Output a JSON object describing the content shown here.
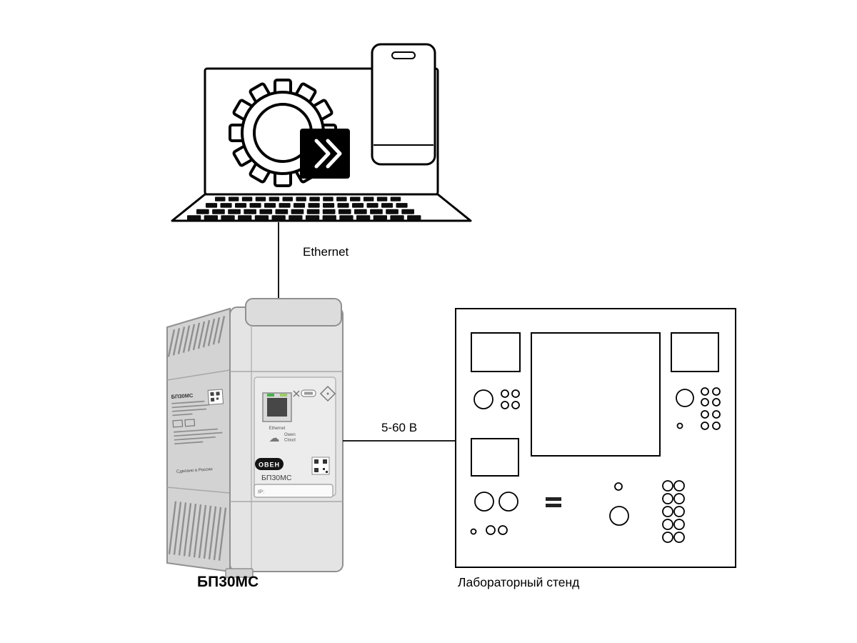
{
  "connections": {
    "ethernet_label": "Ethernet",
    "voltage_label": "5-60 В"
  },
  "device": {
    "caption": "БП30МС",
    "front": {
      "model": "БП30МС",
      "port_label": "Ethernet",
      "cloud_line1": "Owen",
      "cloud_line2": "Cloud",
      "brand": "ОВЕН",
      "ip_label": "IP:"
    },
    "side": {
      "model": "БП30МС",
      "made_in": "Сделано в России"
    }
  },
  "stand": {
    "caption": "Лабораторный стенд"
  }
}
